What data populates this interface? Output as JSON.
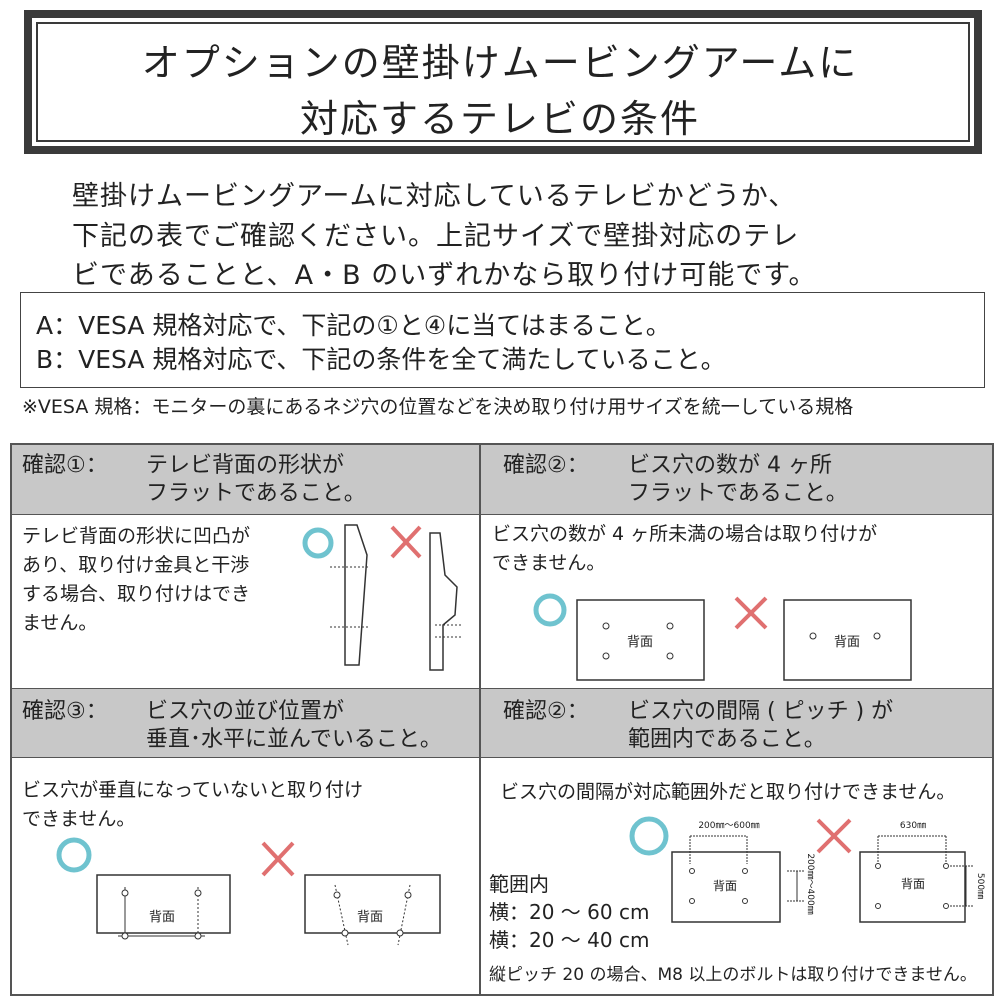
{
  "title": {
    "line1": "オプションの壁掛けムービングアームに",
    "line2": "対応するテレビの条件"
  },
  "intro": [
    "壁掛けムービングアームに対応しているテレビかどうか、",
    "下記の表でご確認ください。上記サイズで壁掛対応のテレ",
    "ビであることと、A・B のいずれかなら取り付け可能です。"
  ],
  "conditions": [
    "A：VESA 規格対応で、下記の①と④に当てはまること。",
    "B：VESA 規格対応で、下記の条件を全て満たしていること。"
  ],
  "note": "※VESA 規格：モニターの裏にあるネジ穴の位置などを決め取り付け用サイズを統一している規格",
  "colors": {
    "ok": "#6fc3cf",
    "ng": "#e07070",
    "header": "#c8c8c8"
  },
  "checks": [
    {
      "label": "確認①：",
      "title1": "テレビ背面の形状が",
      "title2": "フラットであること。",
      "body": [
        "テレビ背面の形状に凹凸が",
        "あり、取り付け金具と干渉",
        "する場合、取り付けはでき",
        "ません。"
      ]
    },
    {
      "label": "確認②：",
      "title1": "ビス穴の数が 4 ヶ所",
      "title2": "フラットであること。",
      "body": [
        "ビス穴の数が 4 ヶ所未満の場合は取り付けが",
        "できません。"
      ],
      "back": "背面"
    },
    {
      "label": "確認③：",
      "title1": "ビス穴の並び位置が",
      "title2": "垂直･水平に並んでいること。",
      "body": [
        "ビス穴が垂直になっていないと取り付け",
        "できません。"
      ],
      "back": "背面"
    },
    {
      "label": "確認②：",
      "title1": "ビス穴の間隔 ( ピッチ ) が",
      "title2": "範囲内であること。",
      "body": [
        "ビス穴の間隔が対応範囲外だと取り付けできません。"
      ],
      "back": "背面",
      "dims": {
        "ok_h": "200㎜〜600㎜",
        "ok_v": "200㎜〜400㎜",
        "ng_h": "630㎜",
        "ng_v": "500㎜"
      },
      "range": [
        "範囲内",
        "横：20 〜 60 cm",
        "横：20 〜 40 cm"
      ],
      "footnote": "縦ピッチ 20 の場合、M8 以上のボルトは取り付けできません。"
    }
  ]
}
